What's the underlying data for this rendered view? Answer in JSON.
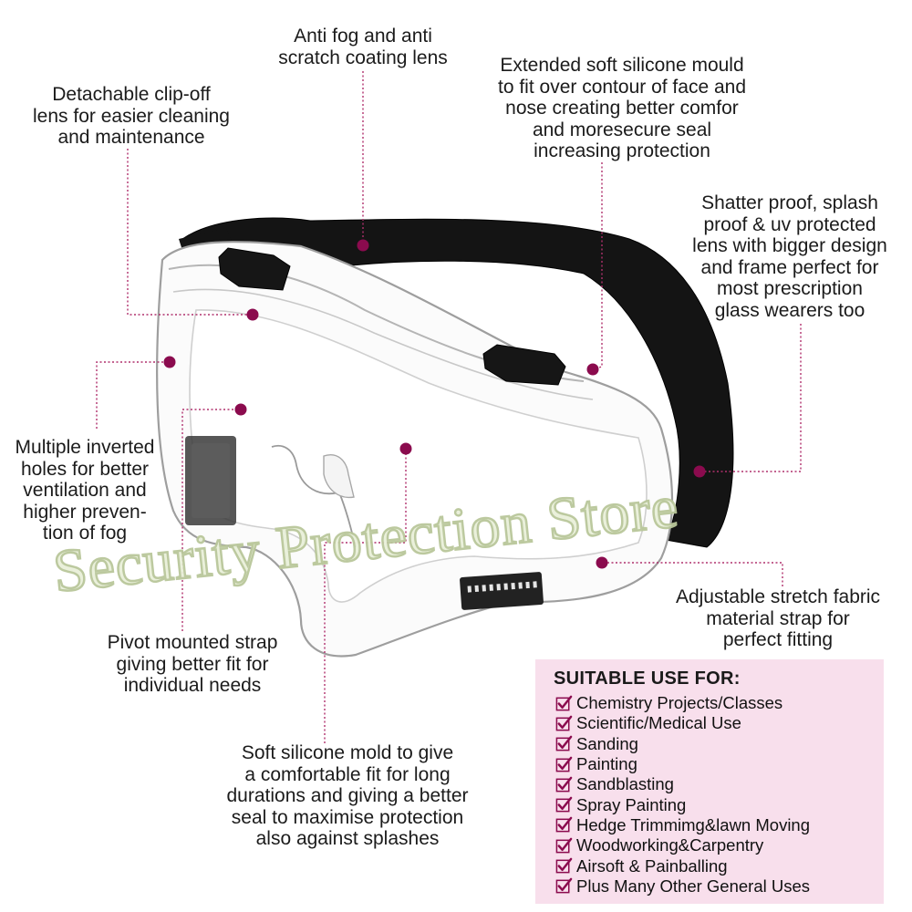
{
  "callouts": {
    "anti_fog": "Anti fog and anti\nscratch coating lens",
    "detachable": "Detachable clip-off\nlens for easier cleaning\nand maintenance",
    "silicone_mould": "Extended soft silicone mould\nto fit over contour of face and\nnose creating better comfor\nand moresecure seal\nincreasing protection",
    "shatter_proof": "Shatter proof, splash\nproof & uv protected\nlens with bigger design\nand frame perfect for\nmost prescription\nglass wearers too",
    "inverted_holes": "Multiple inverted\nholes for better\nventilation and\nhigher preven-\ntion of fog",
    "adjustable_strap": "Adjustable stretch fabric\nmaterial strap for\nperfect fitting",
    "pivot_strap": "Pivot mounted strap\ngiving better fit for\nindividual needs",
    "soft_mold": "Soft silicone mold to give\na comfortable fit for long\ndurations and giving a better\nseal to maximise protection\nalso against splashes"
  },
  "watermark": "Security Protection Store",
  "suitable_use": {
    "title": "SUITABLE USE FOR:",
    "items": [
      "Chemistry Projects/Classes",
      "Scientific/Medical Use",
      "Sanding",
      "Painting",
      "Sandblasting",
      "Spray Painting",
      "Hedge Trimmimg&lawn Moving",
      "Woodworking&Carpentry",
      "Airsoft & Painballing",
      "Plus Many Other General Uses"
    ]
  },
  "colors": {
    "accent_dot": "#8b0b4e",
    "leader_line": "#b0306d",
    "uses_background": "#f8dfec",
    "check_icon": "#8b0b4e",
    "strap": "#151515"
  }
}
